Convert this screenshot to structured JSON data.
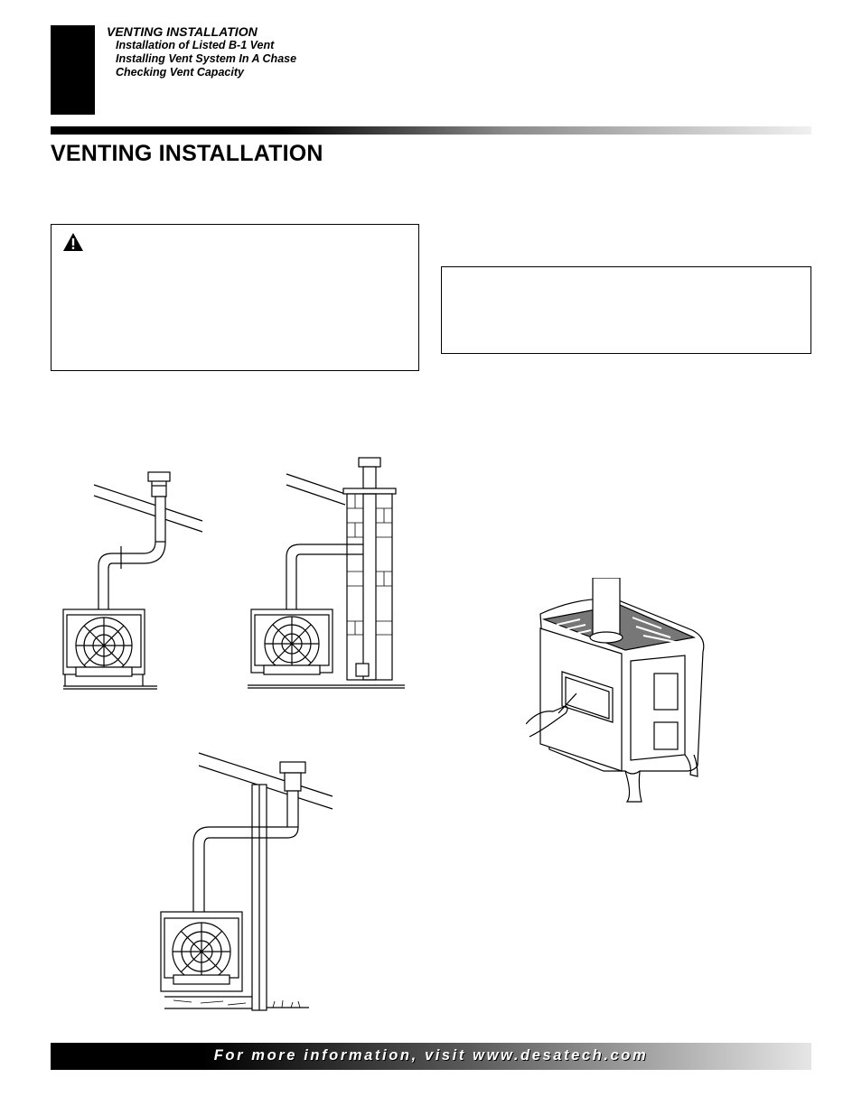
{
  "header": {
    "section_title": "VENTING INSTALLATION",
    "subsections": [
      "Installation of Listed B-1 Vent",
      "Installing Vent System In A Chase",
      "Checking Vent Capacity"
    ]
  },
  "page_title": "VENTING INSTALLATION",
  "warning_box": {
    "icon": "warning-triangle-icon"
  },
  "figures": [
    {
      "name": "vent-through-roof",
      "icon": "stove-with-vent-through-roof"
    },
    {
      "name": "vent-into-masonry-chimney",
      "icon": "stove-with-vent-in-masonry-chimney"
    },
    {
      "name": "vent-in-chase",
      "icon": "stove-with-vent-through-wall-chase"
    },
    {
      "name": "checking-vent-capacity",
      "icon": "hand-holding-match-at-stove-opening"
    }
  ],
  "footer": {
    "text": "For more information, visit www.desatech.com"
  }
}
